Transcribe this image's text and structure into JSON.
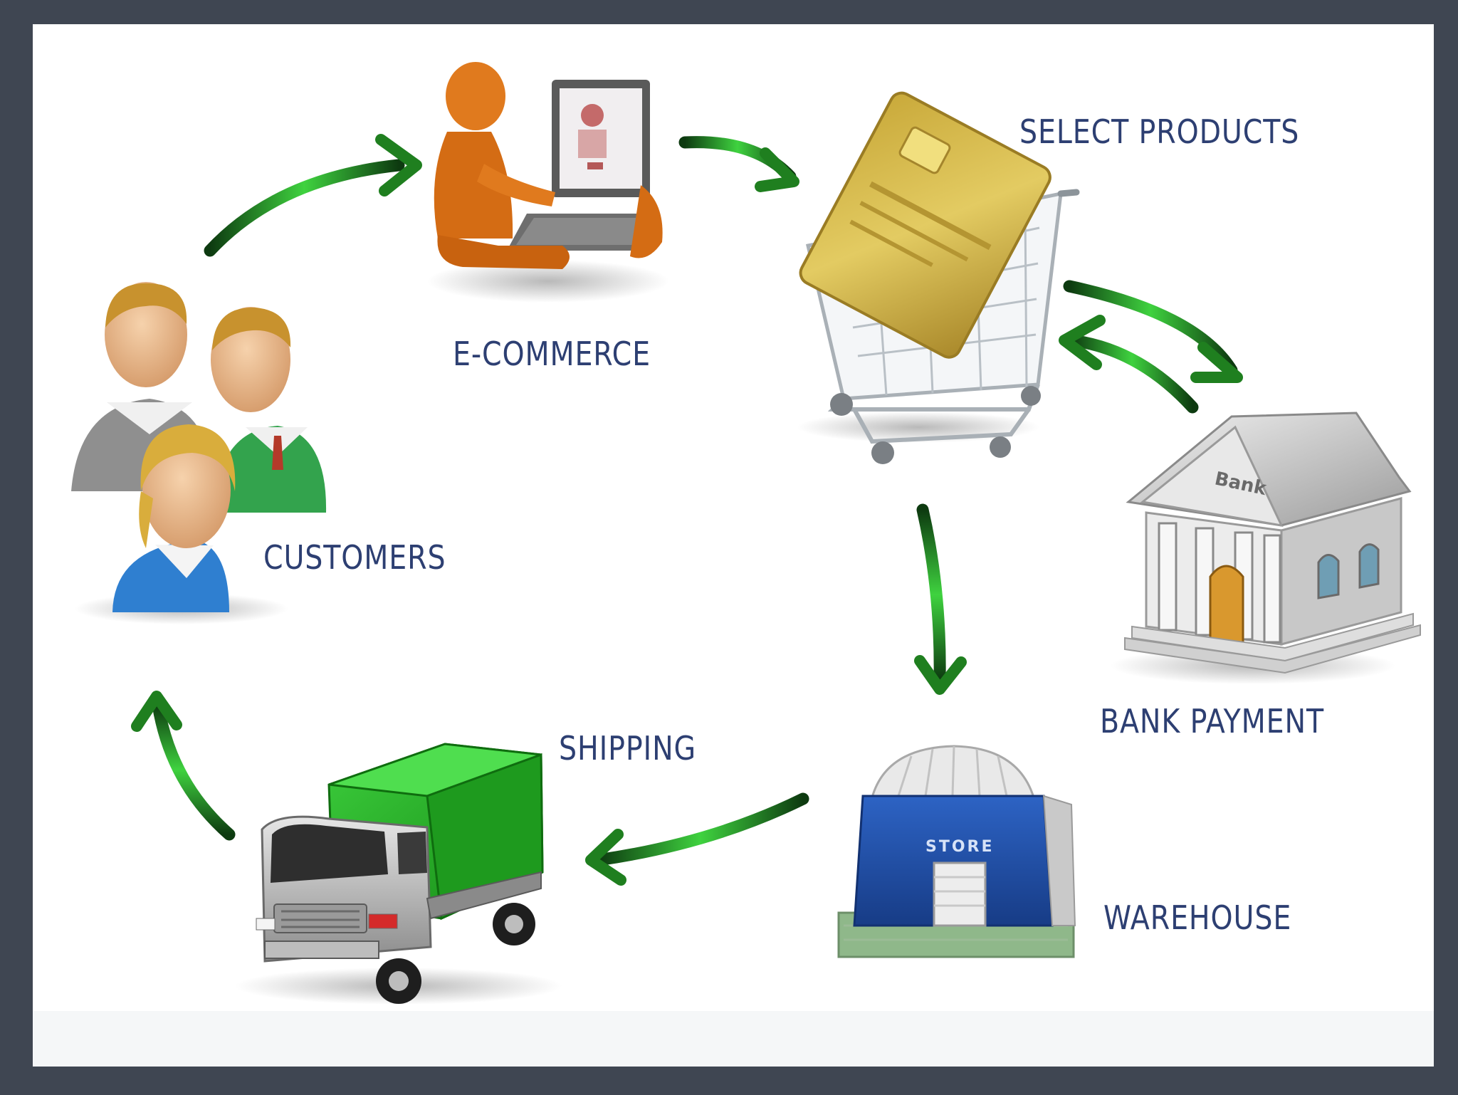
{
  "nodes": {
    "ecommerce": {
      "label": "E-COMMERCE"
    },
    "select_products": {
      "label": "SELECT PRODUCTS"
    },
    "customers": {
      "label": "CUSTOMERS"
    },
    "bank_payment": {
      "label": "BANK PAYMENT",
      "sign": "Bank"
    },
    "shipping": {
      "label": "SHIPPING"
    },
    "warehouse": {
      "label": "WAREHOUSE",
      "sign": "STORE"
    }
  },
  "icons": [
    "customers-group-icon",
    "laptop-user-icon",
    "shopping-cart-card-icon",
    "bank-building-icon",
    "warehouse-store-icon",
    "delivery-truck-icon"
  ],
  "colors": {
    "frame": "#3f4652",
    "canvas": "#ffffff",
    "label_text": "#2d3f72",
    "arrow_green": "#2fbf2f",
    "arrow_dark": "#0d3a10",
    "truck_green": "#2aa82a",
    "store_blue": "#1f4fa8",
    "person_orange": "#e07a1e"
  }
}
